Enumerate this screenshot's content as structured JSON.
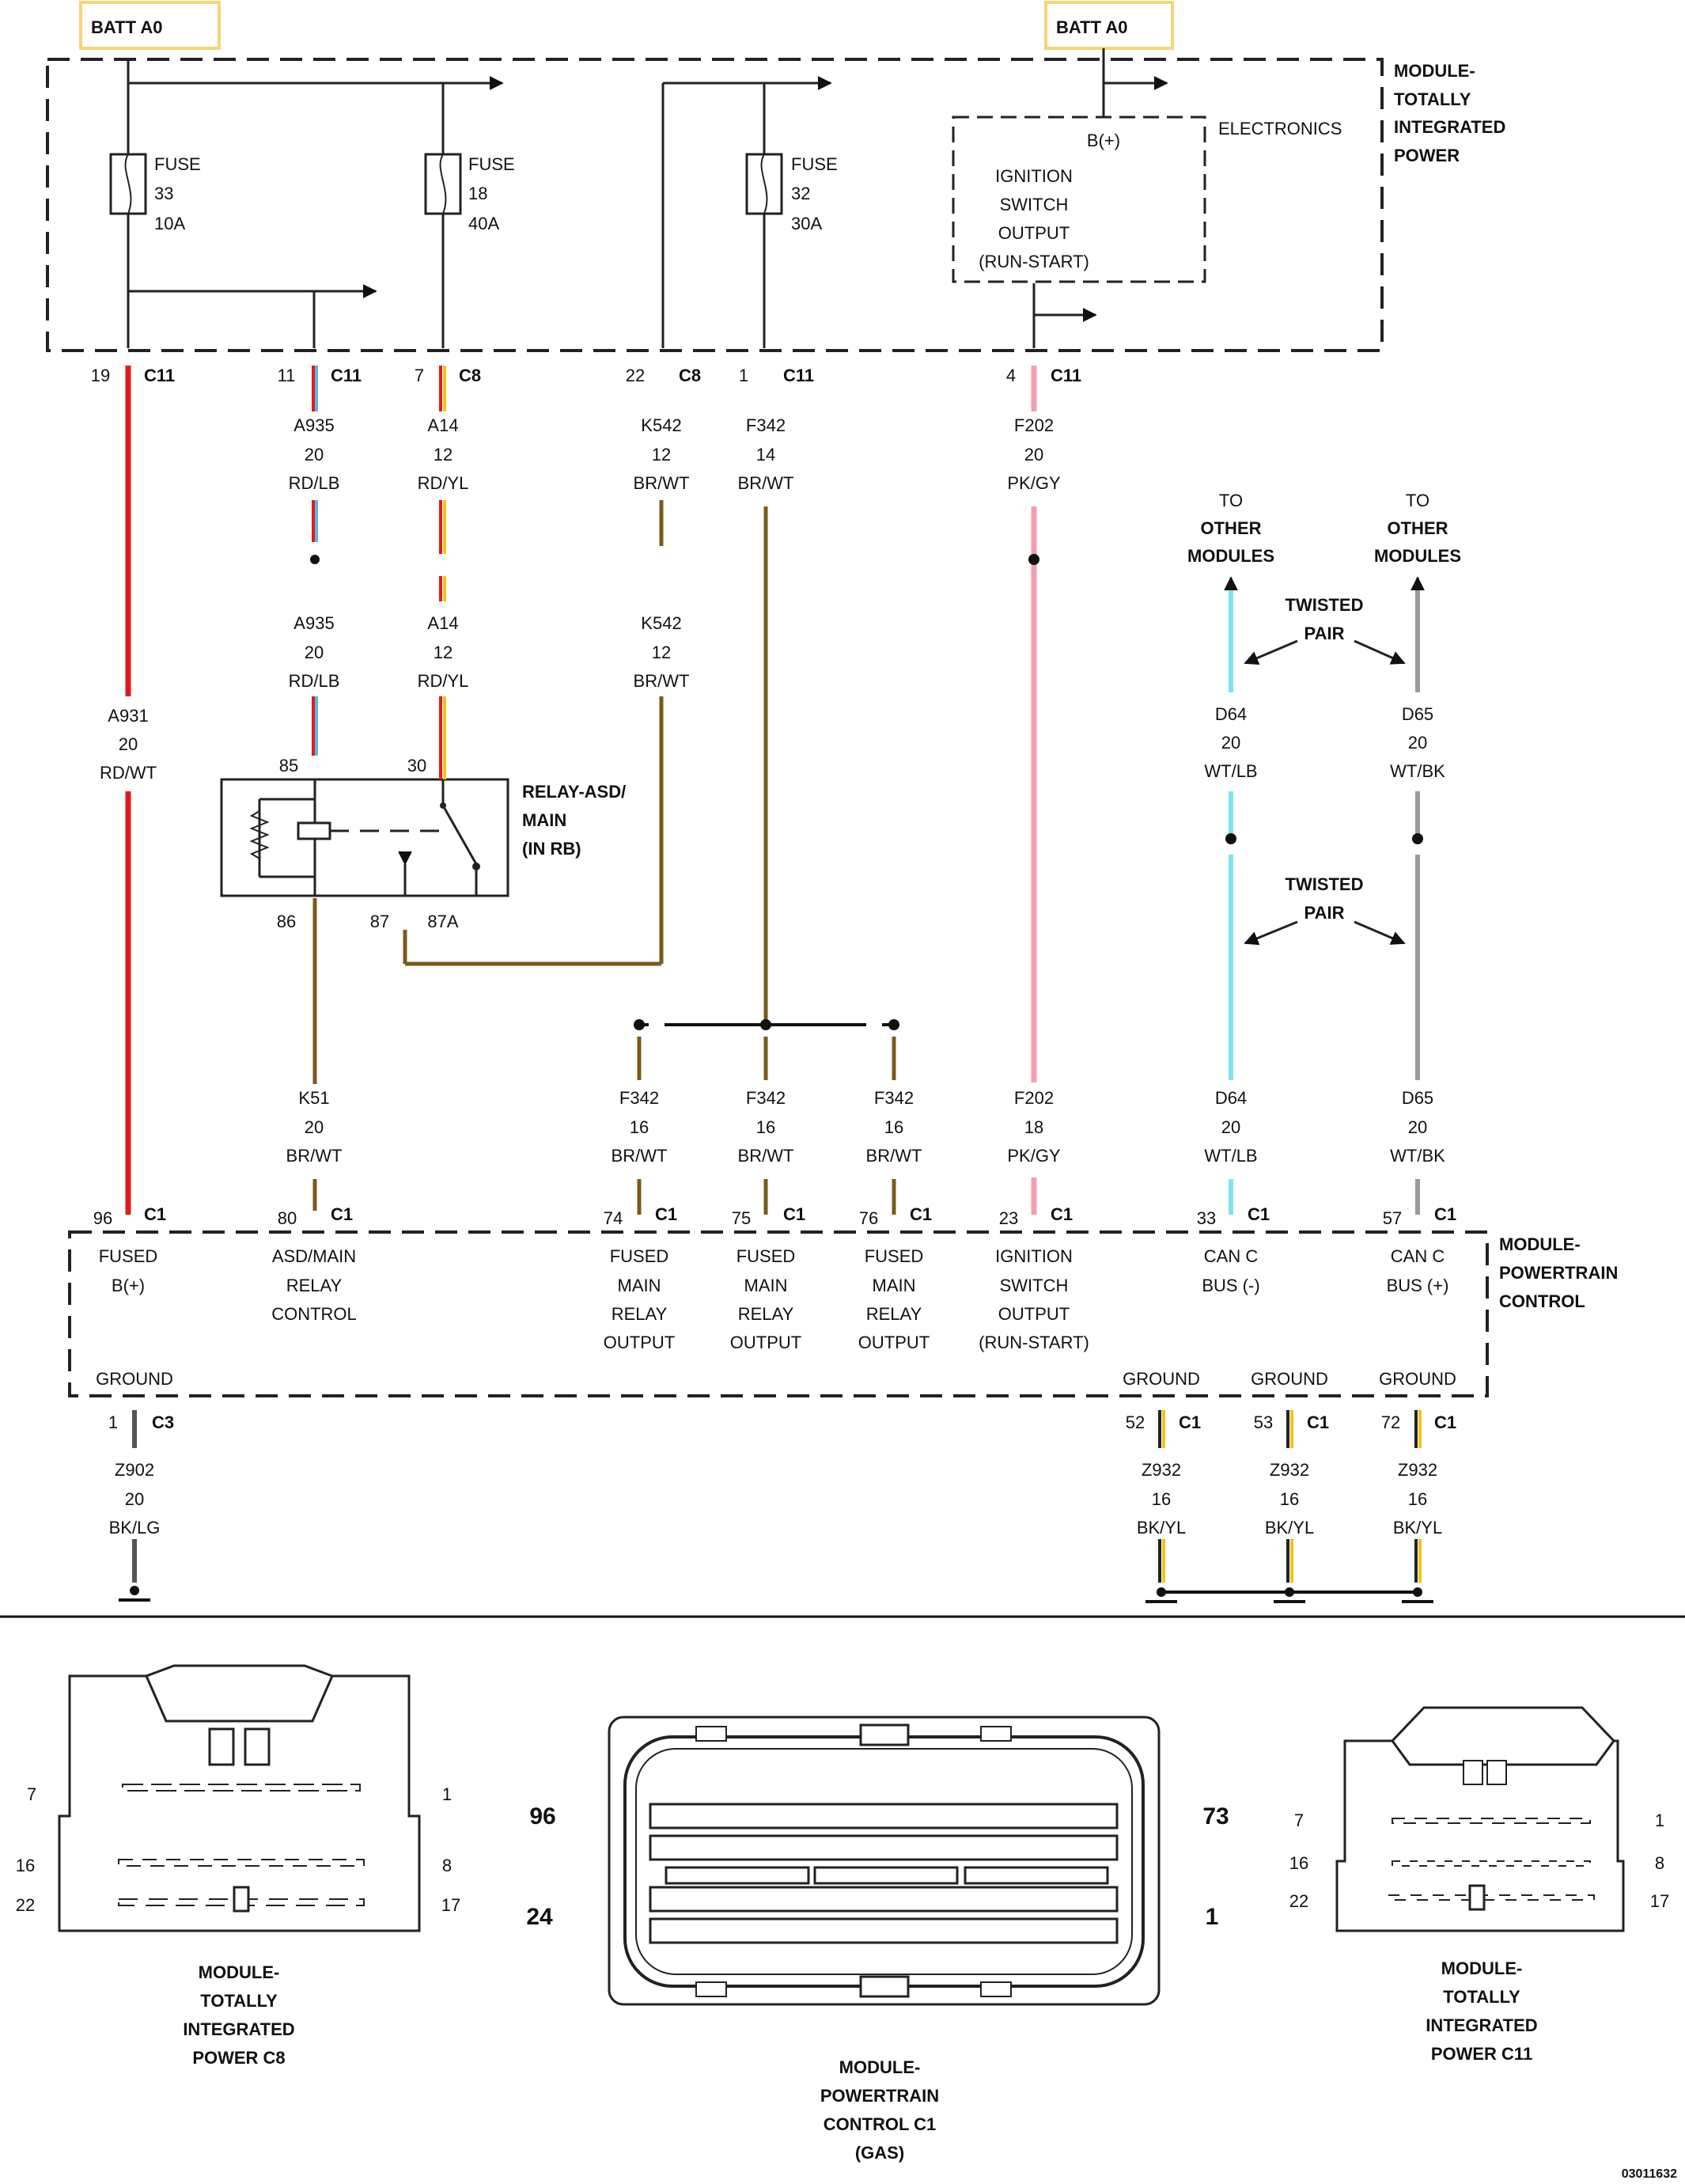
{
  "batt_labels": [
    "BATT A0",
    "BATT A0"
  ],
  "tip": {
    "title_lines": [
      "MODULE-",
      "TOTALLY",
      "INTEGRATED",
      "POWER"
    ]
  },
  "fuses": [
    {
      "word": "FUSE",
      "num": "33",
      "amp": "10A"
    },
    {
      "word": "FUSE",
      "num": "18",
      "amp": "40A"
    },
    {
      "word": "FUSE",
      "num": "32",
      "amp": "30A"
    }
  ],
  "electronics": {
    "title": "ELECTRONICS",
    "bplus": "B(+)",
    "lines": [
      "IGNITION",
      "SWITCH",
      "OUTPUT",
      "(RUN-START)"
    ]
  },
  "top_pins": [
    {
      "pin": "19",
      "conn": "C11"
    },
    {
      "pin": "11",
      "conn": "C11"
    },
    {
      "pin": "7",
      "conn": "C8"
    },
    {
      "pin": "22",
      "conn": "C8"
    },
    {
      "pin": "1",
      "conn": "C11"
    },
    {
      "pin": "4",
      "conn": "C11"
    }
  ],
  "wires": {
    "a935_top": [
      "A935",
      "20",
      "RD/LB"
    ],
    "a14_top": [
      "A14",
      "12",
      "RD/YL"
    ],
    "k542_top": [
      "K542",
      "12",
      "BR/WT"
    ],
    "f342_top": [
      "F342",
      "14",
      "BR/WT"
    ],
    "f202_top": [
      "F202",
      "20",
      "PK/GY"
    ],
    "a935_mid": [
      "A935",
      "20",
      "RD/LB"
    ],
    "a14_mid": [
      "A14",
      "12",
      "RD/YL"
    ],
    "k542_mid": [
      "K542",
      "12",
      "BR/WT"
    ],
    "a931": [
      "A931",
      "20",
      "RD/WT"
    ],
    "d64_top": [
      "D64",
      "20",
      "WT/LB"
    ],
    "d65_top": [
      "D65",
      "20",
      "WT/BK"
    ],
    "k51": [
      "K51",
      "20",
      "BR/WT"
    ],
    "f342_a": [
      "F342",
      "16",
      "BR/WT"
    ],
    "f342_b": [
      "F342",
      "16",
      "BR/WT"
    ],
    "f342_c": [
      "F342",
      "16",
      "BR/WT"
    ],
    "f202_bot": [
      "F202",
      "18",
      "PK/GY"
    ],
    "d64_bot": [
      "D64",
      "20",
      "WT/LB"
    ],
    "d65_bot": [
      "D65",
      "20",
      "WT/BK"
    ],
    "z902": [
      "Z902",
      "20",
      "BK/LG"
    ],
    "z932_a": [
      "Z932",
      "16",
      "BK/YL"
    ],
    "z932_b": [
      "Z932",
      "16",
      "BK/YL"
    ],
    "z932_c": [
      "Z932",
      "16",
      "BK/YL"
    ]
  },
  "to_other_modules": [
    [
      "TO",
      "OTHER",
      "MODULES"
    ],
    [
      "TO",
      "OTHER",
      "MODULES"
    ]
  ],
  "twisted_pair": [
    [
      "TWISTED",
      "PAIR"
    ],
    [
      "TWISTED",
      "PAIR"
    ]
  ],
  "relay": {
    "title_lines": [
      "RELAY-ASD/",
      "MAIN",
      "(IN RB)"
    ],
    "pins": {
      "p85": "85",
      "p30": "30",
      "p86": "86",
      "p87": "87",
      "p87a": "87A"
    }
  },
  "pcm": {
    "title_lines": [
      "MODULE-",
      "POWERTRAIN",
      "CONTROL"
    ],
    "pins": [
      {
        "pin": "96",
        "conn": "C1",
        "lines": [
          "FUSED",
          "B(+)"
        ]
      },
      {
        "pin": "80",
        "conn": "C1",
        "lines": [
          "ASD/MAIN",
          "RELAY",
          "CONTROL"
        ]
      },
      {
        "pin": "74",
        "conn": "C1",
        "lines": [
          "FUSED",
          "MAIN",
          "RELAY",
          "OUTPUT"
        ]
      },
      {
        "pin": "75",
        "conn": "C1",
        "lines": [
          "FUSED",
          "MAIN",
          "RELAY",
          "OUTPUT"
        ]
      },
      {
        "pin": "76",
        "conn": "C1",
        "lines": [
          "FUSED",
          "MAIN",
          "RELAY",
          "OUTPUT"
        ]
      },
      {
        "pin": "23",
        "conn": "C1",
        "lines": [
          "IGNITION",
          "SWITCH",
          "OUTPUT",
          "(RUN-START)"
        ]
      },
      {
        "pin": "33",
        "conn": "C1",
        "lines": [
          "CAN C",
          "BUS (-)"
        ]
      },
      {
        "pin": "57",
        "conn": "C1",
        "lines": [
          "CAN C",
          "BUS (+)"
        ]
      }
    ],
    "grounds": [
      {
        "label": "GROUND",
        "pin": "1",
        "conn": "C3"
      },
      {
        "label": "GROUND",
        "pin": "52",
        "conn": "C1"
      },
      {
        "label": "GROUND",
        "pin": "53",
        "conn": "C1"
      },
      {
        "label": "GROUND",
        "pin": "72",
        "conn": "C1"
      }
    ]
  },
  "connectors": {
    "c8": {
      "title_lines": [
        "MODULE-",
        "TOTALLY",
        "INTEGRATED",
        "POWER C8"
      ],
      "pin_labels": [
        "7",
        "1",
        "16",
        "8",
        "22",
        "17"
      ]
    },
    "c1": {
      "title_lines": [
        "MODULE-",
        "POWERTRAIN",
        "CONTROL C1",
        "(GAS)"
      ],
      "pin_labels": [
        "96",
        "73",
        "24",
        "1"
      ]
    },
    "c11": {
      "title_lines": [
        "MODULE-",
        "TOTALLY",
        "INTEGRATED",
        "POWER C11"
      ],
      "pin_labels": [
        "7",
        "1",
        "16",
        "8",
        "22",
        "17"
      ]
    }
  },
  "figure_id": "03011632",
  "colors": {
    "red": "#e21a1a",
    "blue": "#5ab4e6",
    "yellow": "#f3c21a",
    "brown": "#7a5a1c",
    "pink": "#f2a0b0",
    "cyan": "#7fe3ef",
    "gray": "#9a9a9a",
    "black": "#222222",
    "darkgray": "#555555",
    "batt_border": "#f5d57a"
  }
}
